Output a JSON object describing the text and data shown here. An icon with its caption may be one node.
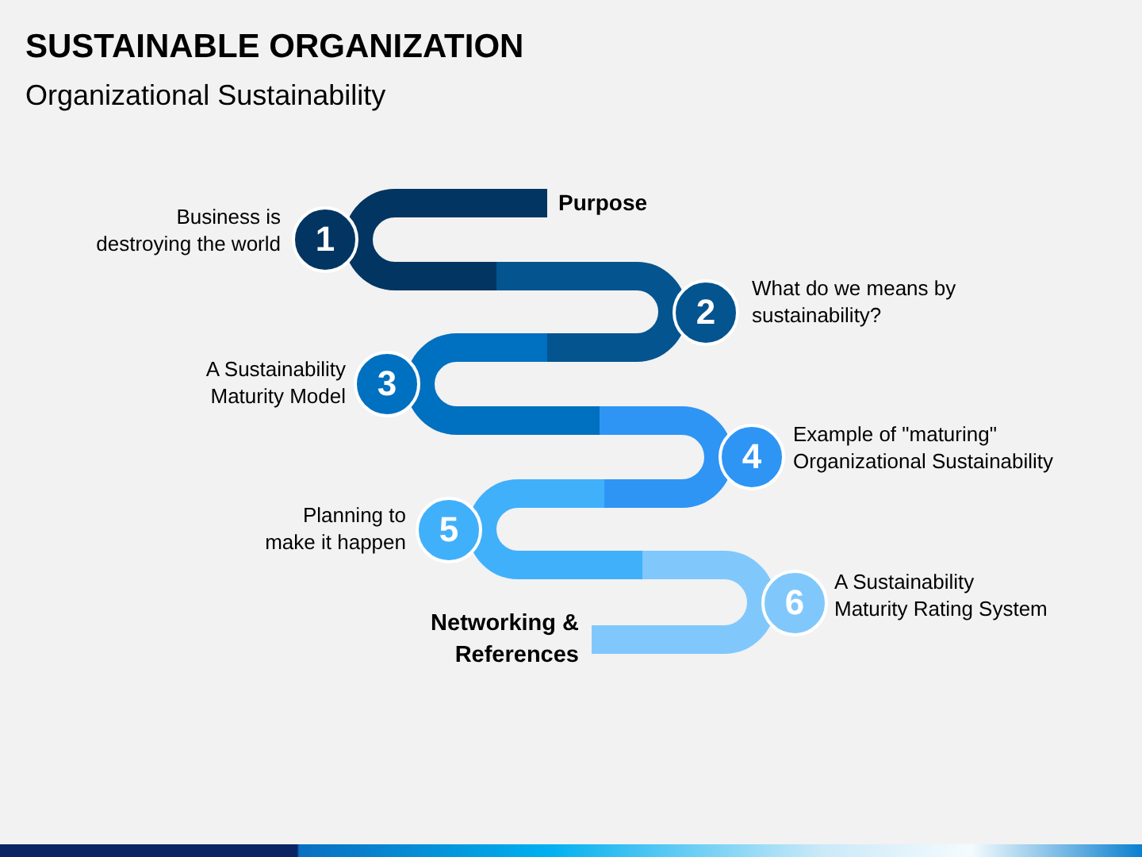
{
  "diagram": {
    "title": "SUSTAINABLE ORGANIZATION",
    "nodes": [
      {
        "text": [
          "Purpose"
        ]
      },
      {
        "text": [
          "1"
        ],
        "beside": [
          "Business is destroying the world"
        ]
      },
      {
        "text": [
          "2"
        ],
        "beside": [
          "What do we means by sustainability?"
        ]
      },
      {
        "text": [
          "3"
        ],
        "beside": [
          "A Sustainability Maturity Model"
        ]
      },
      {
        "text": [
          "4"
        ],
        "beside": [
          "Example of \"maturing\" Organizational Sustainability"
        ]
      },
      {
        "text": [
          "5"
        ],
        "beside": [
          "Planning to make it happen"
        ]
      },
      {
        "text": [
          "6"
        ],
        "beside": [
          "A Sustainability Maturity Rating System"
        ]
      },
      {
        "text": [
          "Networking & References"
        ]
      }
    ],
    "edges": [
      {
        "from": 0,
        "to": 1,
        "arrow": "none"
      },
      {
        "from": 1,
        "to": 2,
        "arrow": "none"
      },
      {
        "from": 2,
        "to": 3,
        "arrow": "none"
      },
      {
        "from": 3,
        "to": 4,
        "arrow": "none"
      },
      {
        "from": 4,
        "to": 5,
        "arrow": "none"
      },
      {
        "from": 5,
        "to": 6,
        "arrow": "none"
      },
      {
        "from": 6,
        "to": 7,
        "arrow": "none"
      }
    ],
    "labels": [
      "Organizational Sustainability"
    ]
  }
}
